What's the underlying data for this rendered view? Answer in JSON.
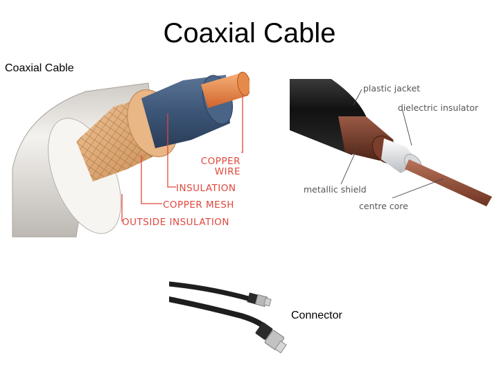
{
  "slide": {
    "title": "Coaxial Cable",
    "subtitle": "Coaxial Cable",
    "connector_caption": "Connector"
  },
  "figure_left": {
    "labels": {
      "copper_wire_1": "COPPER",
      "copper_wire_2": "WIRE",
      "insulation": "INSULATION",
      "copper_mesh": "COPPER MESH",
      "outside_insulation": "OUTSIDE INSULATION"
    },
    "colors": {
      "label": "#e0473c",
      "jacket": "#e8e6e2",
      "mesh": "#d8a06a",
      "dielectric": "#3b5577",
      "core": "#e07a3a"
    }
  },
  "figure_right": {
    "labels": {
      "plastic_jacket": "plastic jacket",
      "dielectric_insulator": "dielectric insulator",
      "metallic_shield": "metallic shield",
      "centre_core": "centre core"
    },
    "colors": {
      "jacket": "#1a1a1a",
      "shield": "#6a3424",
      "dielectric": "#e8eaec",
      "core": "#8a4a32"
    }
  },
  "figure_connector": {
    "colors": {
      "cable": "#1e1e1e",
      "connector": "#b8b8b8"
    }
  }
}
